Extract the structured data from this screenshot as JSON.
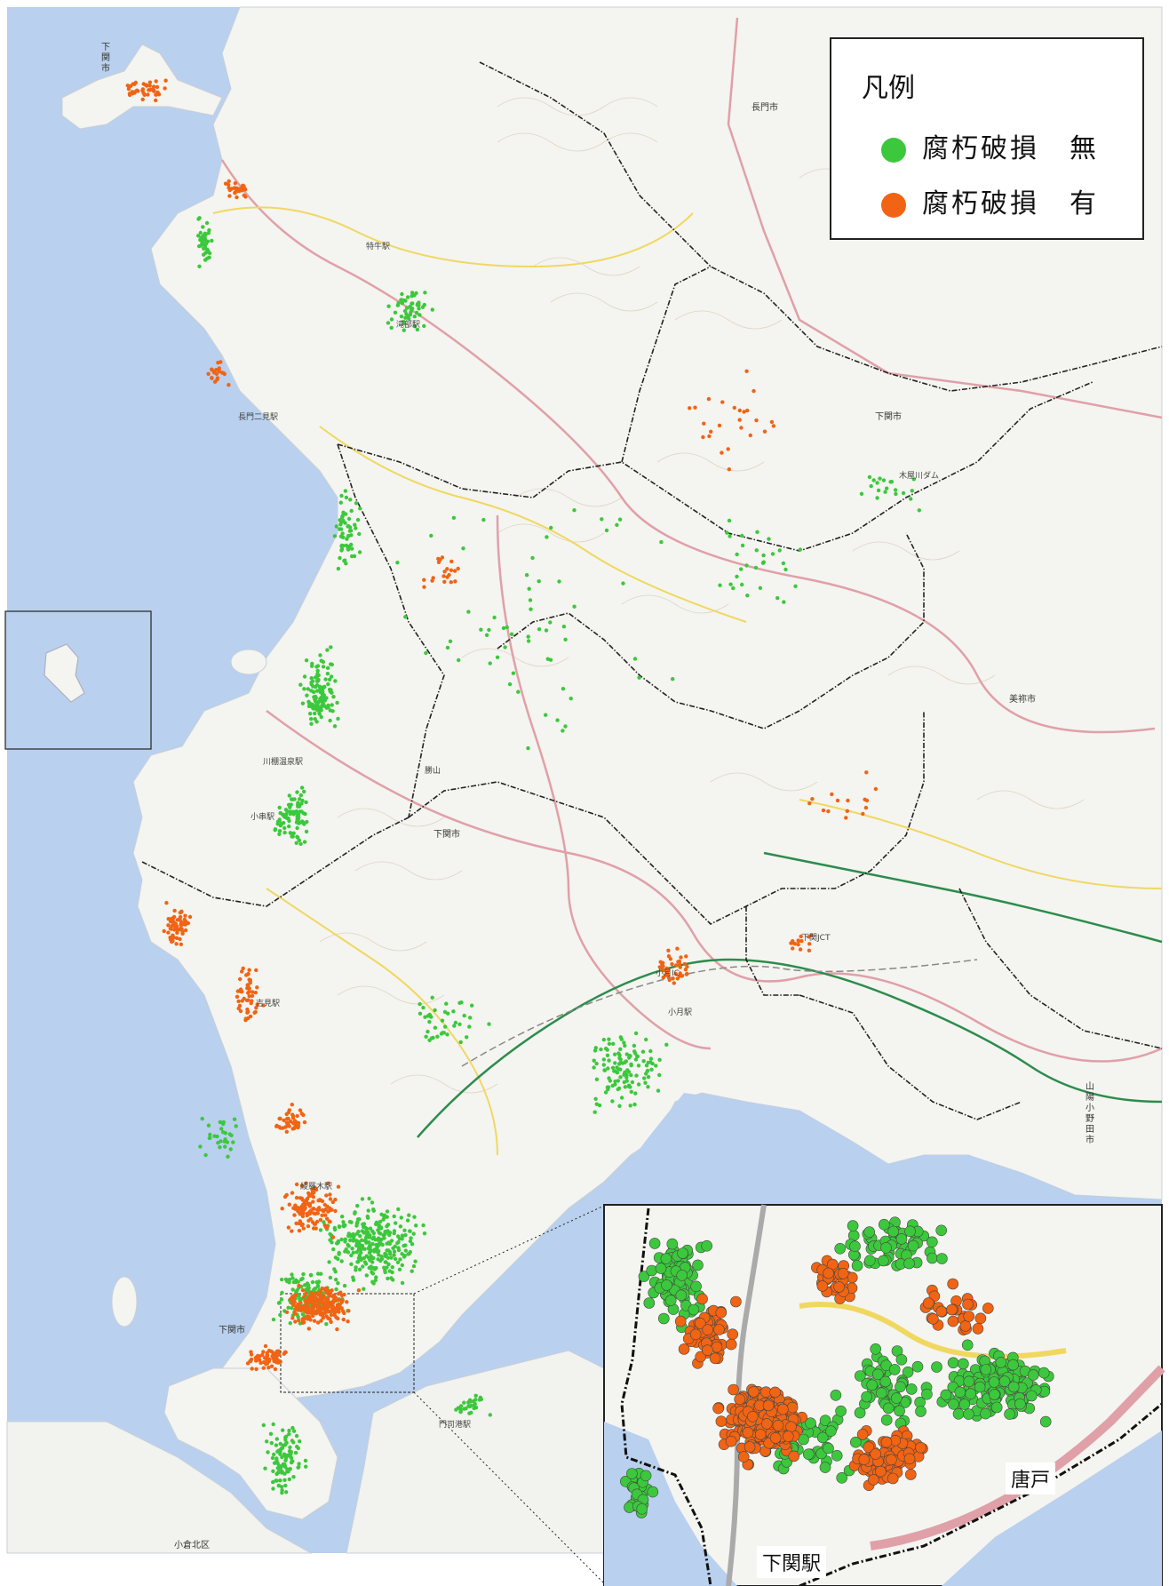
{
  "legend": {
    "title": "凡例",
    "items": [
      {
        "label": "腐朽破損",
        "value": "無",
        "color": "#3cc83c"
      },
      {
        "label": "腐朽破損",
        "value": "有",
        "color": "#f06414"
      }
    ]
  },
  "city_labels": {
    "shimonoseki_a": "下関市",
    "nagato": "長門市",
    "shimonoseki_b": "下関市",
    "shimonoseki_c": "下関市",
    "mine": "美祢市",
    "sanyo_onoda": "山陽小野田市",
    "shimonoseki_d": "下関市",
    "kokurakita": "小倉北区"
  },
  "place_labels": {
    "kogushi": "特牛駅",
    "takibe": "滝部駅",
    "nagato_futami": "長門二見駅",
    "kawatana": "川棚温泉駅",
    "kottoi": "小串駅",
    "kuga": "吉見駅",
    "ayaragi": "綾羅木駅",
    "kiyosue": "小月駅",
    "ozuki_ic": "小月IC",
    "shimonoseki_jct": "下関JCT",
    "dam": "木屋川ダム",
    "kachiyama": "勝山",
    "mojiko": "門司港駅"
  },
  "inset_labels": {
    "karato": "唐戸",
    "shimonoseki_station": "下関駅"
  },
  "colors": {
    "sea": "#b9d0ee",
    "land": "#f4f4f0",
    "green_dot": "#3cc83c",
    "orange_dot": "#f06414",
    "boundary": "#222222",
    "road_pink": "#e0a0a8",
    "road_yellow": "#f0d860",
    "rail": "#2c8c4c"
  }
}
